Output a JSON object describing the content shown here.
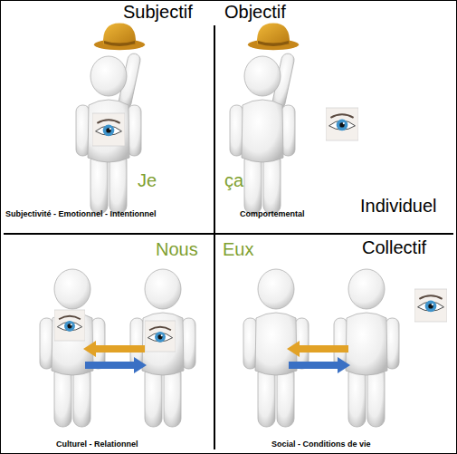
{
  "diagram": {
    "labels": [
      "Subjectif",
      "Objectif",
      "Je",
      "ça",
      "Subjectivité - Emotionnel - Intentionnel",
      "Comportemental",
      "Individuel",
      "Collectif",
      "Nous",
      "Eux",
      "Culturel - Relationnel",
      "Social - Conditions de vie"
    ]
  }
}
